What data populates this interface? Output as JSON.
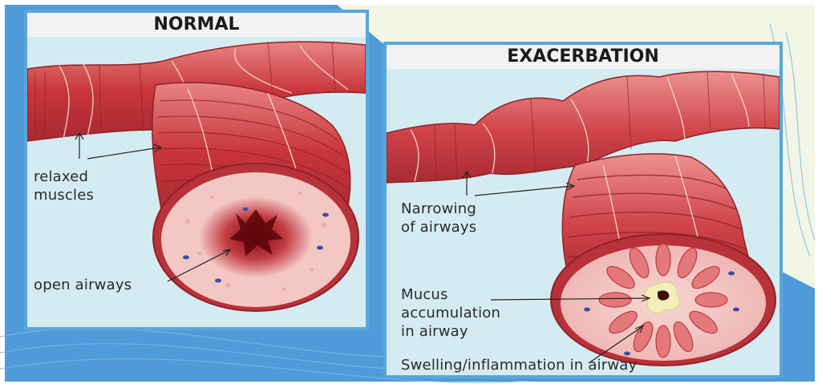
{
  "panels": {
    "normal": {
      "title": "NORMAL",
      "labels": {
        "relaxed_muscles": [
          "relaxed",
          "muscles"
        ],
        "open_airways": "open airways"
      }
    },
    "exacerbation": {
      "title": "EXACERBATION",
      "labels": {
        "narrowing": [
          "Narrowing",
          "of airways"
        ],
        "mucus": [
          "Mucus",
          "accumulation",
          "in airway"
        ],
        "swelling": "Swelling/inflammation in airway"
      }
    }
  },
  "colors": {
    "panel_border": "#5aa6d6",
    "panel_fill": "#cfe8f1",
    "muscle": "#c8353b",
    "muscle_light": "#e4777a",
    "tissue": "#f3c8c4",
    "background_blue": "#4f9ad8"
  }
}
